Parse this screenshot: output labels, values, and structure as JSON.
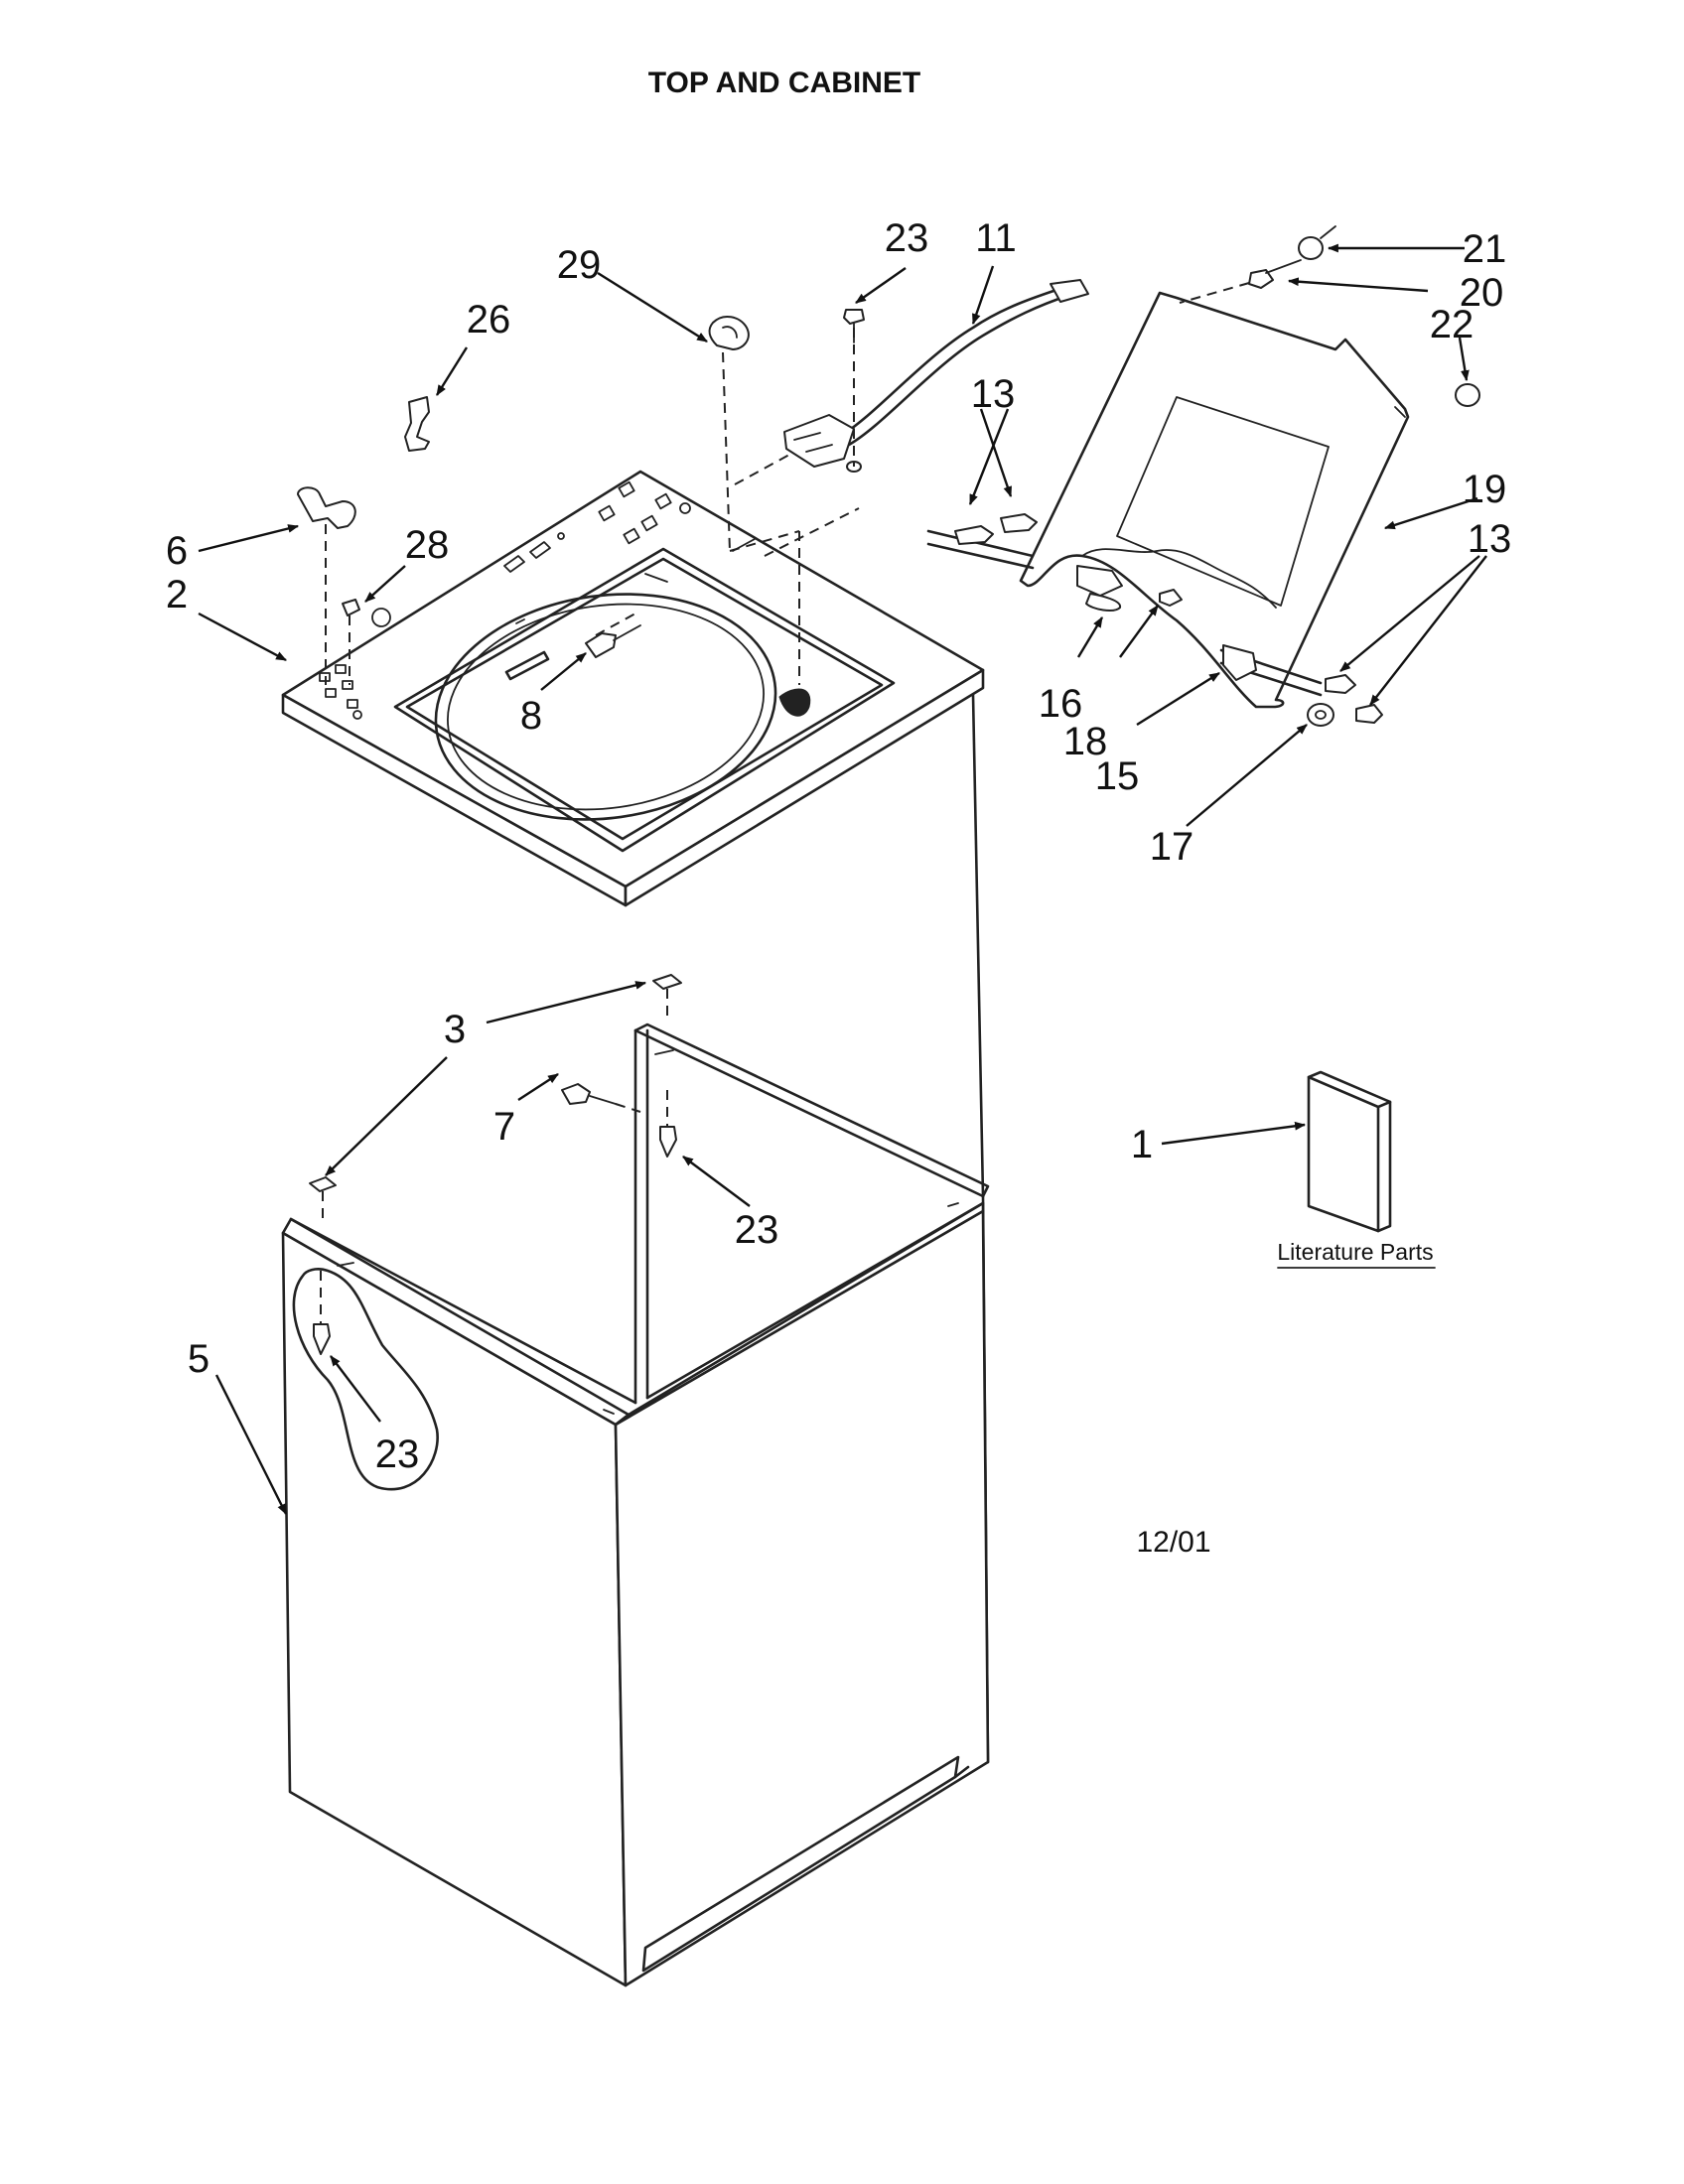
{
  "title": "TOP AND CABINET",
  "literature_label": "Literature Parts",
  "date_code": "12/01",
  "callouts": {
    "c1": "1",
    "c2": "2",
    "c3": "3",
    "c5": "5",
    "c6": "6",
    "c7": "7",
    "c8": "8",
    "c11": "11",
    "c13a": "13",
    "c13b": "13",
    "c15": "15",
    "c16": "16",
    "c17": "17",
    "c18": "18",
    "c19": "19",
    "c20": "20",
    "c21": "21",
    "c22": "22",
    "c23a": "23",
    "c23b": "23",
    "c23c": "23",
    "c26": "26",
    "c28": "28",
    "c29": "29"
  }
}
